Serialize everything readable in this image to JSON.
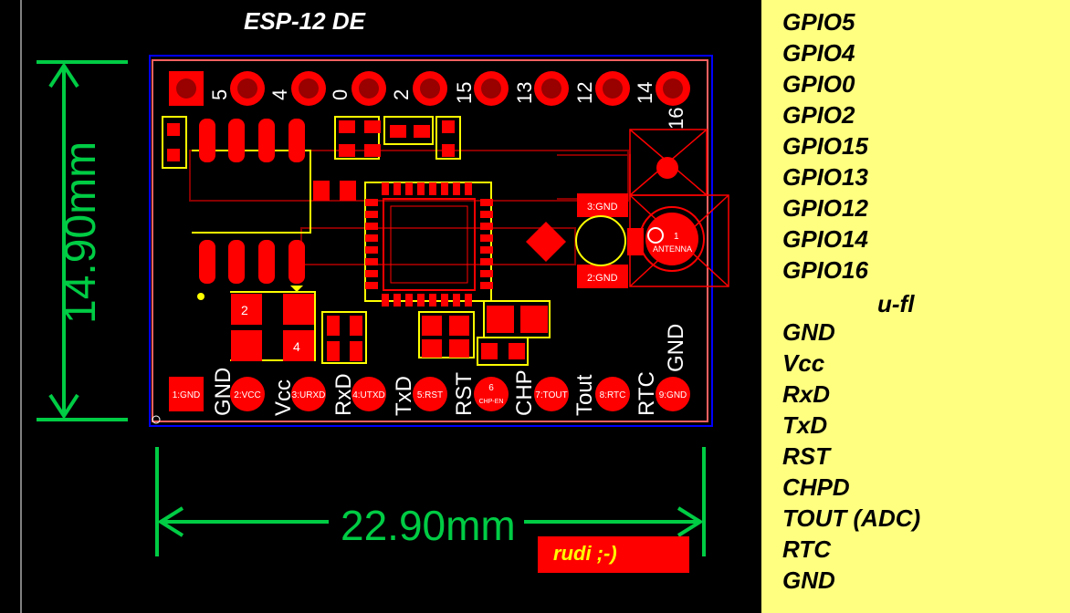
{
  "title": "ESP-12 DE",
  "dimensions": {
    "height": "14.90mm",
    "width": "22.90mm"
  },
  "signature": "rudi ;-)",
  "top_pins": [
    "5",
    "4",
    "0",
    "2",
    "15",
    "13",
    "12",
    "14",
    "16"
  ],
  "bottom_pin_pads": [
    "1:GND",
    "2:VCC",
    "3:URXD",
    "4:UTXD",
    "5:RST",
    "6",
    "7:TOUT",
    "8:RTC",
    "9:GND"
  ],
  "bottom_pin_pad6_sub": "CHP-EN",
  "bottom_pin_names": [
    "GND",
    "Vcc",
    "RxD",
    "TxD",
    "RST",
    "CHP",
    "Tout",
    "RTC",
    "GND"
  ],
  "antenna_labels": {
    "gnd_top": "3:GND",
    "gnd_bottom": "2:GND",
    "antenna": "ANTENNA",
    "pin": "1"
  },
  "chip_labels": {
    "pad2": "2",
    "pad4": "4"
  },
  "legend_items": [
    "GPIO5",
    "GPIO4",
    "GPIO0",
    "GPIO2",
    "GPIO15",
    "GPIO13",
    "GPIO12",
    "GPIO14",
    "GPIO16",
    "u-fl",
    "GND",
    "Vcc",
    "RxD",
    "TxD",
    "RST",
    "CHPD",
    "TOUT (ADC)",
    "RTC",
    "GND"
  ],
  "colors": {
    "board_outline": "#0000ff",
    "copper": "#ff0000",
    "silk_white": "#ffffff",
    "silk_yellow": "#ffff00",
    "dimension": "#00cc44",
    "legend_bg": "#ffff80"
  }
}
